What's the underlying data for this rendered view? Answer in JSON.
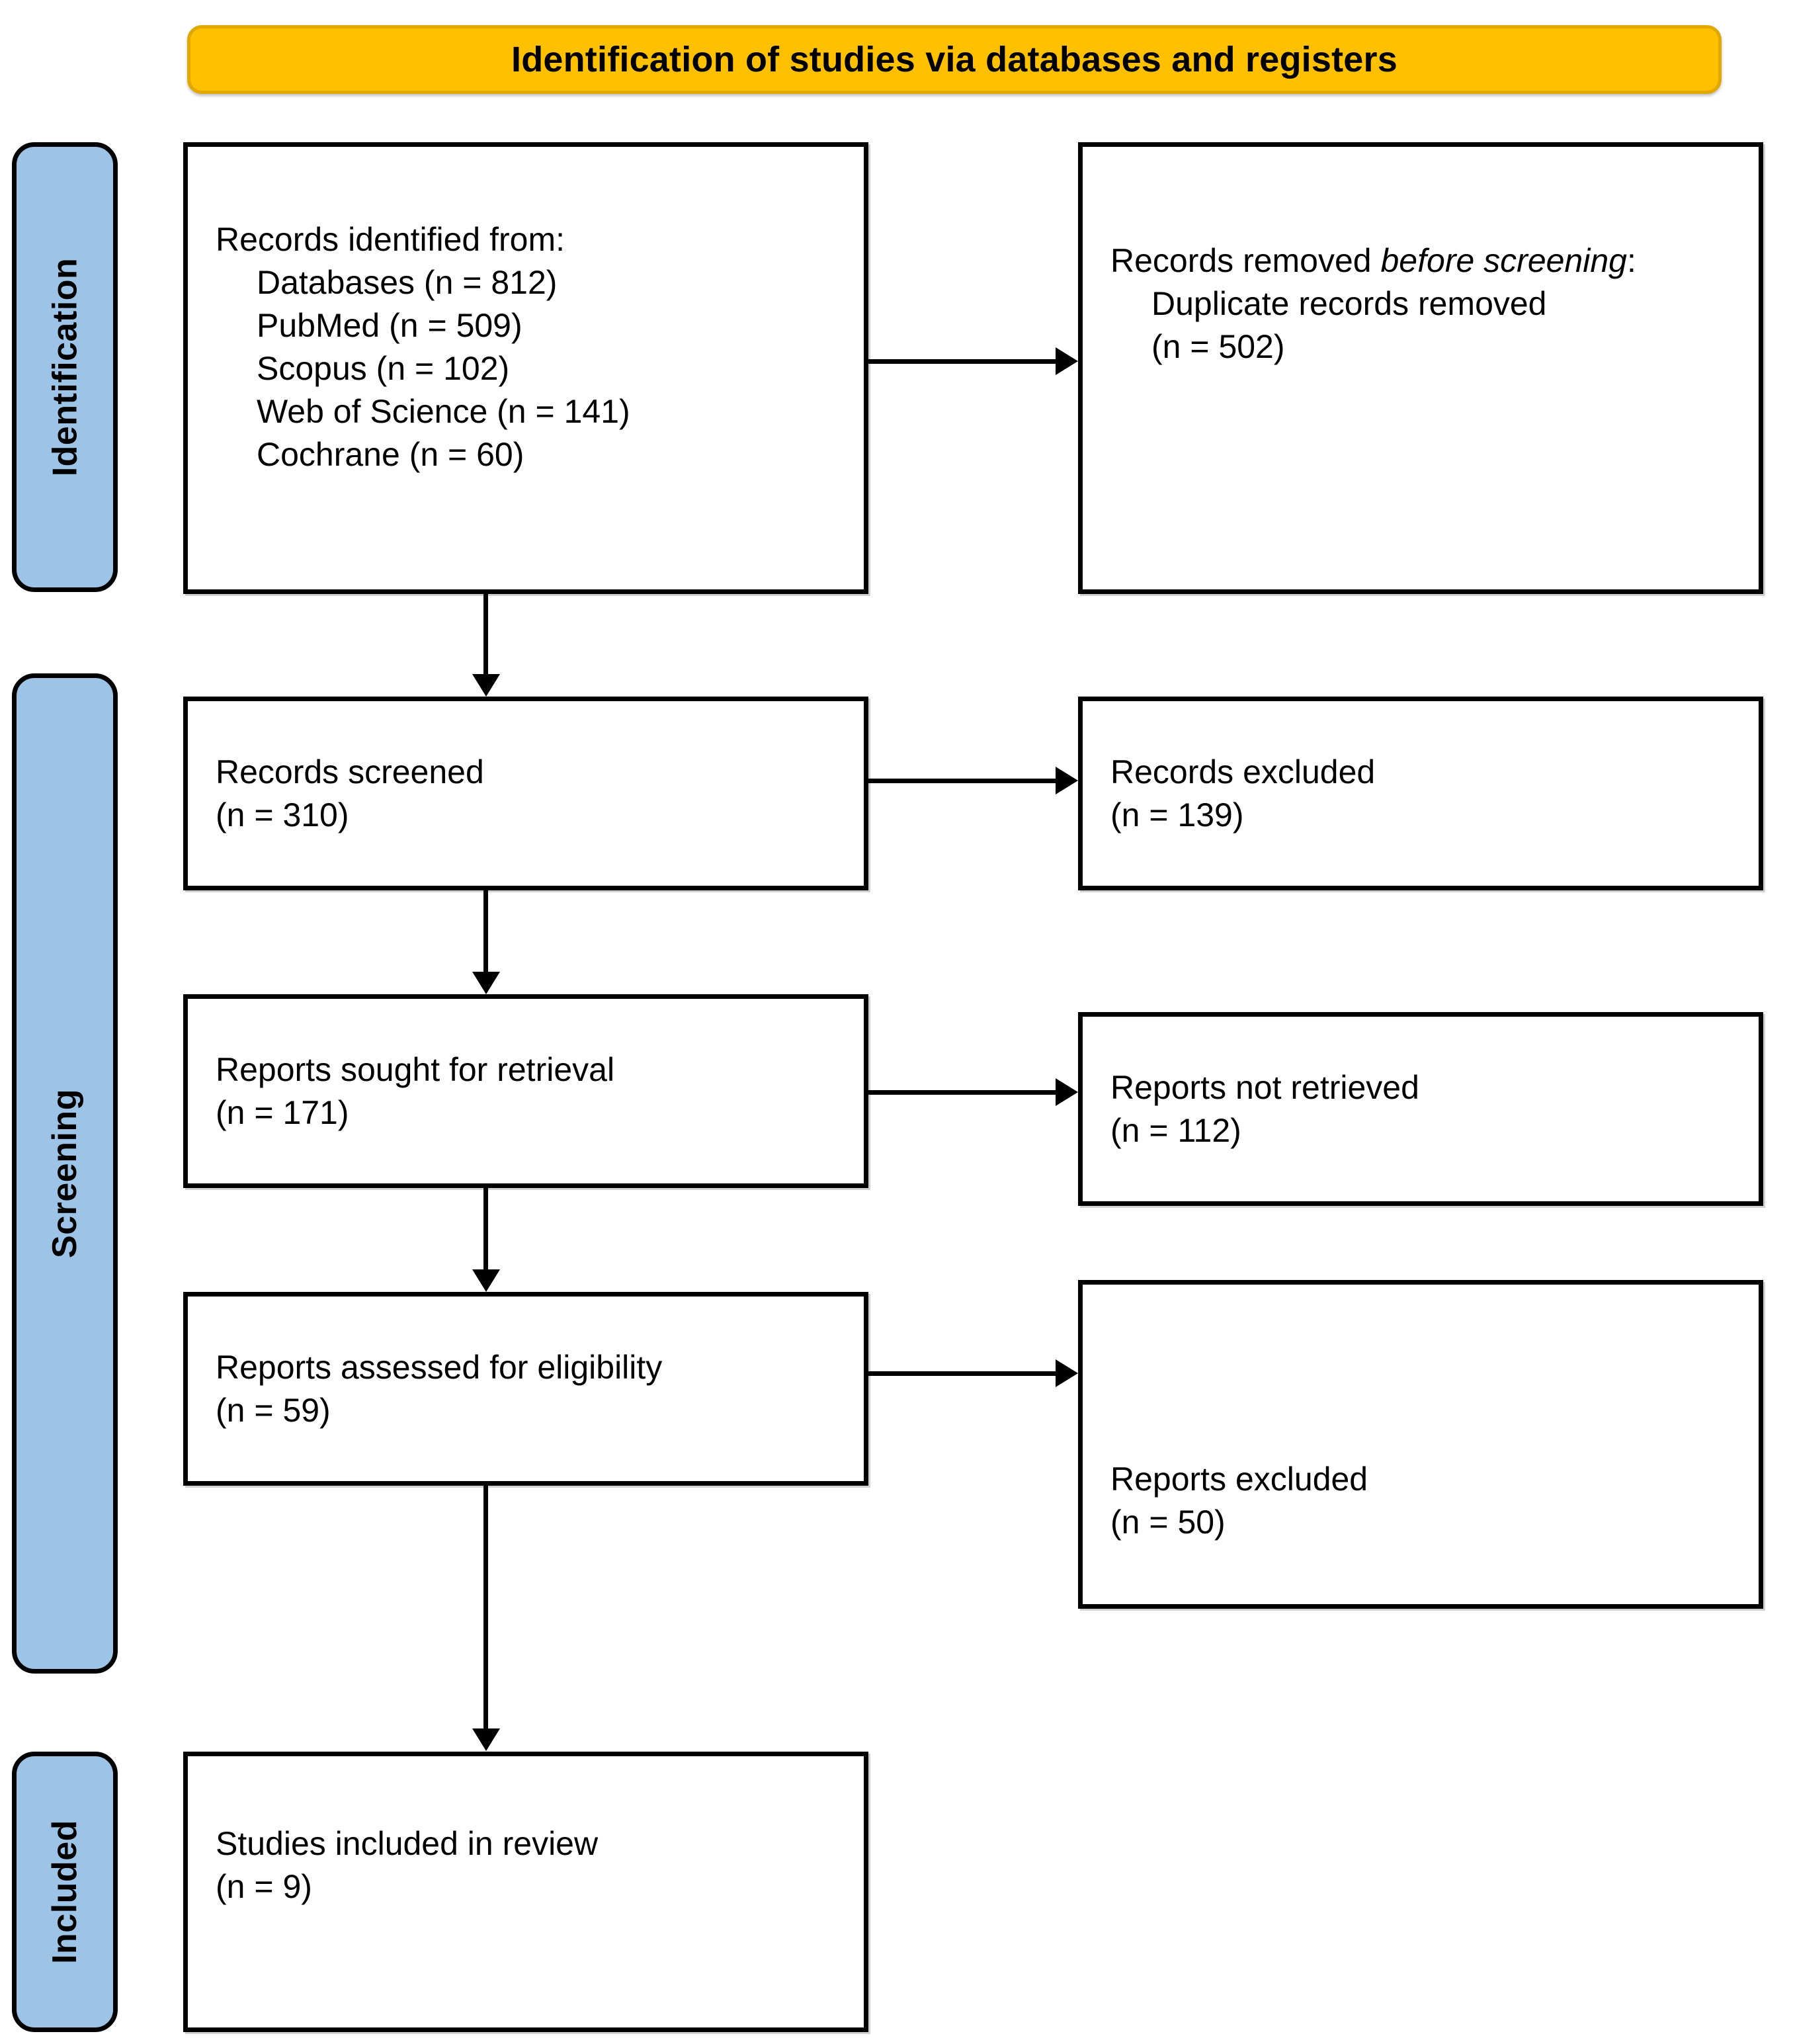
{
  "banner": {
    "title": "Identification of studies via databases and registers"
  },
  "phases": [
    {
      "id": "identification",
      "label": "Identification"
    },
    {
      "id": "screening",
      "label": "Screening"
    },
    {
      "id": "included",
      "label": "Included"
    }
  ],
  "boxes": {
    "records_identified": {
      "heading": "Records identified from:",
      "items": [
        "Databases (n = 812)",
        "PubMed (n = 509)",
        "Scopus (n = 102)",
        "Web of Science (n = 141)",
        "Cochrane (n = 60)"
      ]
    },
    "records_removed": {
      "heading_pre": "Records removed ",
      "heading_em": "before screening",
      "heading_post": ":",
      "items": [
        "Duplicate records removed",
        "(n = 502)"
      ]
    },
    "records_screened": {
      "line1": "Records screened",
      "line2": "(n = 310)"
    },
    "records_excluded": {
      "line1": "Records excluded",
      "line2": "(n = 139)"
    },
    "reports_sought": {
      "line1": "Reports sought for retrieval",
      "line2": "(n = 171)"
    },
    "reports_not_retrieved": {
      "line1": "Reports not retrieved",
      "line2": "(n = 112)"
    },
    "reports_assessed": {
      "line1": "Reports assessed for eligibility",
      "line2": "(n = 59)"
    },
    "reports_excluded": {
      "line1": "Reports excluded",
      "line2": "(n = 50)"
    },
    "studies_included": {
      "line1": "Studies included in review",
      "line2": "(n = 9)"
    }
  },
  "colors": {
    "phase_fill": "#9DC3E6",
    "banner_fill": "#FFC000",
    "outline": "#000000",
    "background": "#FFFFFF"
  }
}
